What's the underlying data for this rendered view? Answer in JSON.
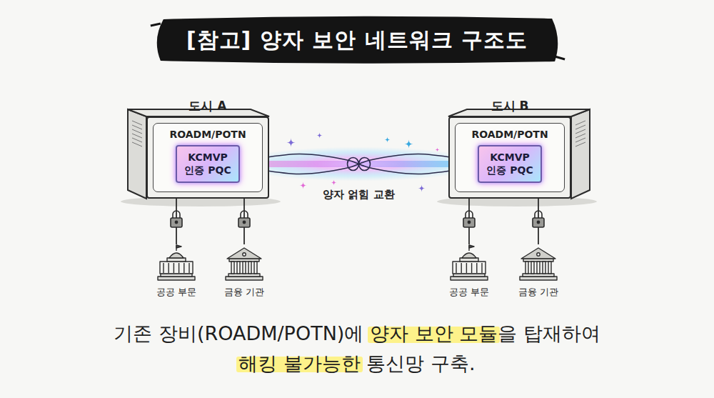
{
  "diagram": {
    "title": "[참고] 양자 보안 네트워크 구조도",
    "caption": "기존 장비(ROADM/POTN)에 양자 보안 모듈을 탑재하여 해킹 불가능한 통신망 구축.",
    "nodes": [
      {
        "text": [
          "도시 A",
          "ROADM/POTN"
        ]
      },
      {
        "text": [
          "KCMVP 인증 PQC"
        ],
        "in": 0
      },
      {
        "text": [
          "도시 B",
          "ROADM/POTN"
        ]
      },
      {
        "text": [
          "KCMVP 인증 PQC"
        ],
        "in": 2
      },
      {
        "text": [
          "공공 부문"
        ]
      },
      {
        "text": [
          "금융 기관"
        ]
      },
      {
        "text": [
          "공공 부문"
        ]
      },
      {
        "text": [
          "금융 기관"
        ]
      }
    ],
    "edges": [
      {
        "from": 1,
        "to": 3,
        "label": "양자 얽힘 교환",
        "arrow": "none"
      },
      {
        "from": 0,
        "to": 4,
        "arrow": "none"
      },
      {
        "from": 0,
        "to": 5,
        "arrow": "none"
      },
      {
        "from": 2,
        "to": 6,
        "arrow": "none"
      },
      {
        "from": 2,
        "to": 7,
        "arrow": "none"
      }
    ]
  }
}
